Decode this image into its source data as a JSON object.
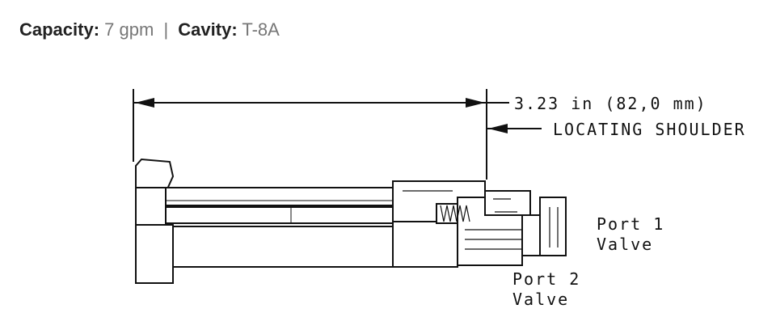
{
  "specs": {
    "capacity_label": "Capacity:",
    "capacity_value": "7 gpm",
    "separator": "|",
    "cavity_label": "Cavity:",
    "cavity_value": "T-8A"
  },
  "drawing": {
    "dimension_label": "3.23 in (82,0 mm)",
    "shoulder_label": "LOCATING SHOULDER",
    "port1_line1": "Port 1",
    "port1_line2": "Valve",
    "port2_line1": "Port 2",
    "port2_line2": "Valve",
    "line_color": "#111111"
  }
}
